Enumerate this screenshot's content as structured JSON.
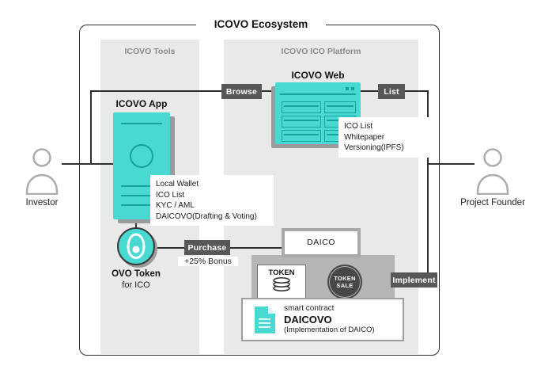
{
  "diagram": {
    "title": "ICOVO Ecosystem"
  },
  "panels": {
    "tools": "ICOVO Tools",
    "platform": "ICOVO ICO Platform"
  },
  "actors": {
    "investor": "Investor",
    "founder": "Project Founder"
  },
  "app": {
    "title": "ICOVO App",
    "features": [
      "Local Wallet",
      "ICO List",
      "KYC / AML",
      "DAICOVO(Drafting & Voting)"
    ]
  },
  "web": {
    "title": "ICOVO Web",
    "features": [
      "ICO List",
      "Whitepaper",
      "Versioning(IPFS)"
    ]
  },
  "token": {
    "name": "OVO Token",
    "subtitle": "for ICO"
  },
  "flow": {
    "browse": "Browse",
    "list": "List",
    "purchase": "Purchase",
    "bonus": "+25% Bonus",
    "implement": "Implement"
  },
  "daico": {
    "title": "DAICO",
    "token": "TOKEN",
    "sale1": "TOKEN",
    "sale2": "SALE",
    "contract_label": "smart contract",
    "contract_name": "DAICOVO",
    "contract_note": "(Implementation of DAICO)"
  },
  "colors": {
    "accent": "#47d9d2",
    "accent_dark": "#14a29a",
    "dark_label": "#575757",
    "panel_gray": "#e9e9e9",
    "shadow_gray": "#9b9b9b",
    "container_gray": "#b5b5b5",
    "line": "#2e2e2e"
  }
}
